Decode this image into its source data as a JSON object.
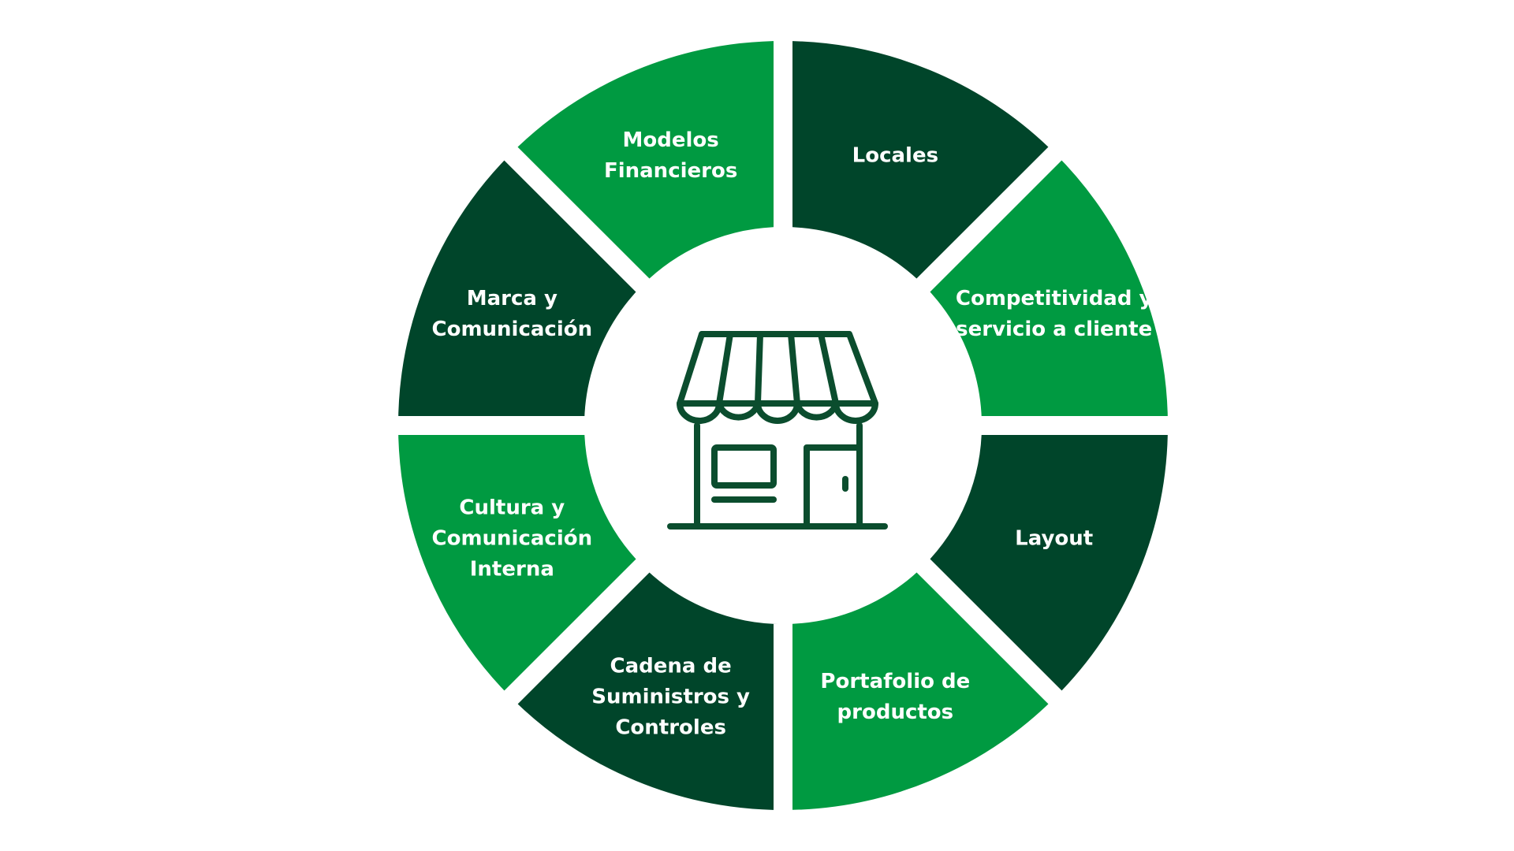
{
  "colors": {
    "dark_green": "#00452a",
    "light_green": "#009a41",
    "background": "#ffffff",
    "icon": "#0b4d2e",
    "label_text": "#ffffff"
  },
  "center_icon": "storefront-icon",
  "segments": [
    {
      "key": "locales",
      "lines": [
        "Locales"
      ],
      "color": "dark"
    },
    {
      "key": "competitividad",
      "lines": [
        "Competitividad y",
        "servicio a cliente"
      ],
      "color": "light"
    },
    {
      "key": "layout",
      "lines": [
        "Layout"
      ],
      "color": "dark"
    },
    {
      "key": "portafolio",
      "lines": [
        "Portafolio de",
        "productos"
      ],
      "color": "light"
    },
    {
      "key": "cadena",
      "lines": [
        "Cadena de",
        "Suministros y",
        "Controles"
      ],
      "color": "dark"
    },
    {
      "key": "cultura",
      "lines": [
        "Cultura  y",
        "Comunicación",
        "Interna"
      ],
      "color": "light"
    },
    {
      "key": "marca",
      "lines": [
        "Marca y",
        "Comunicación"
      ],
      "color": "dark"
    },
    {
      "key": "modelos",
      "lines": [
        "Modelos",
        "Financieros"
      ],
      "color": "light"
    }
  ]
}
